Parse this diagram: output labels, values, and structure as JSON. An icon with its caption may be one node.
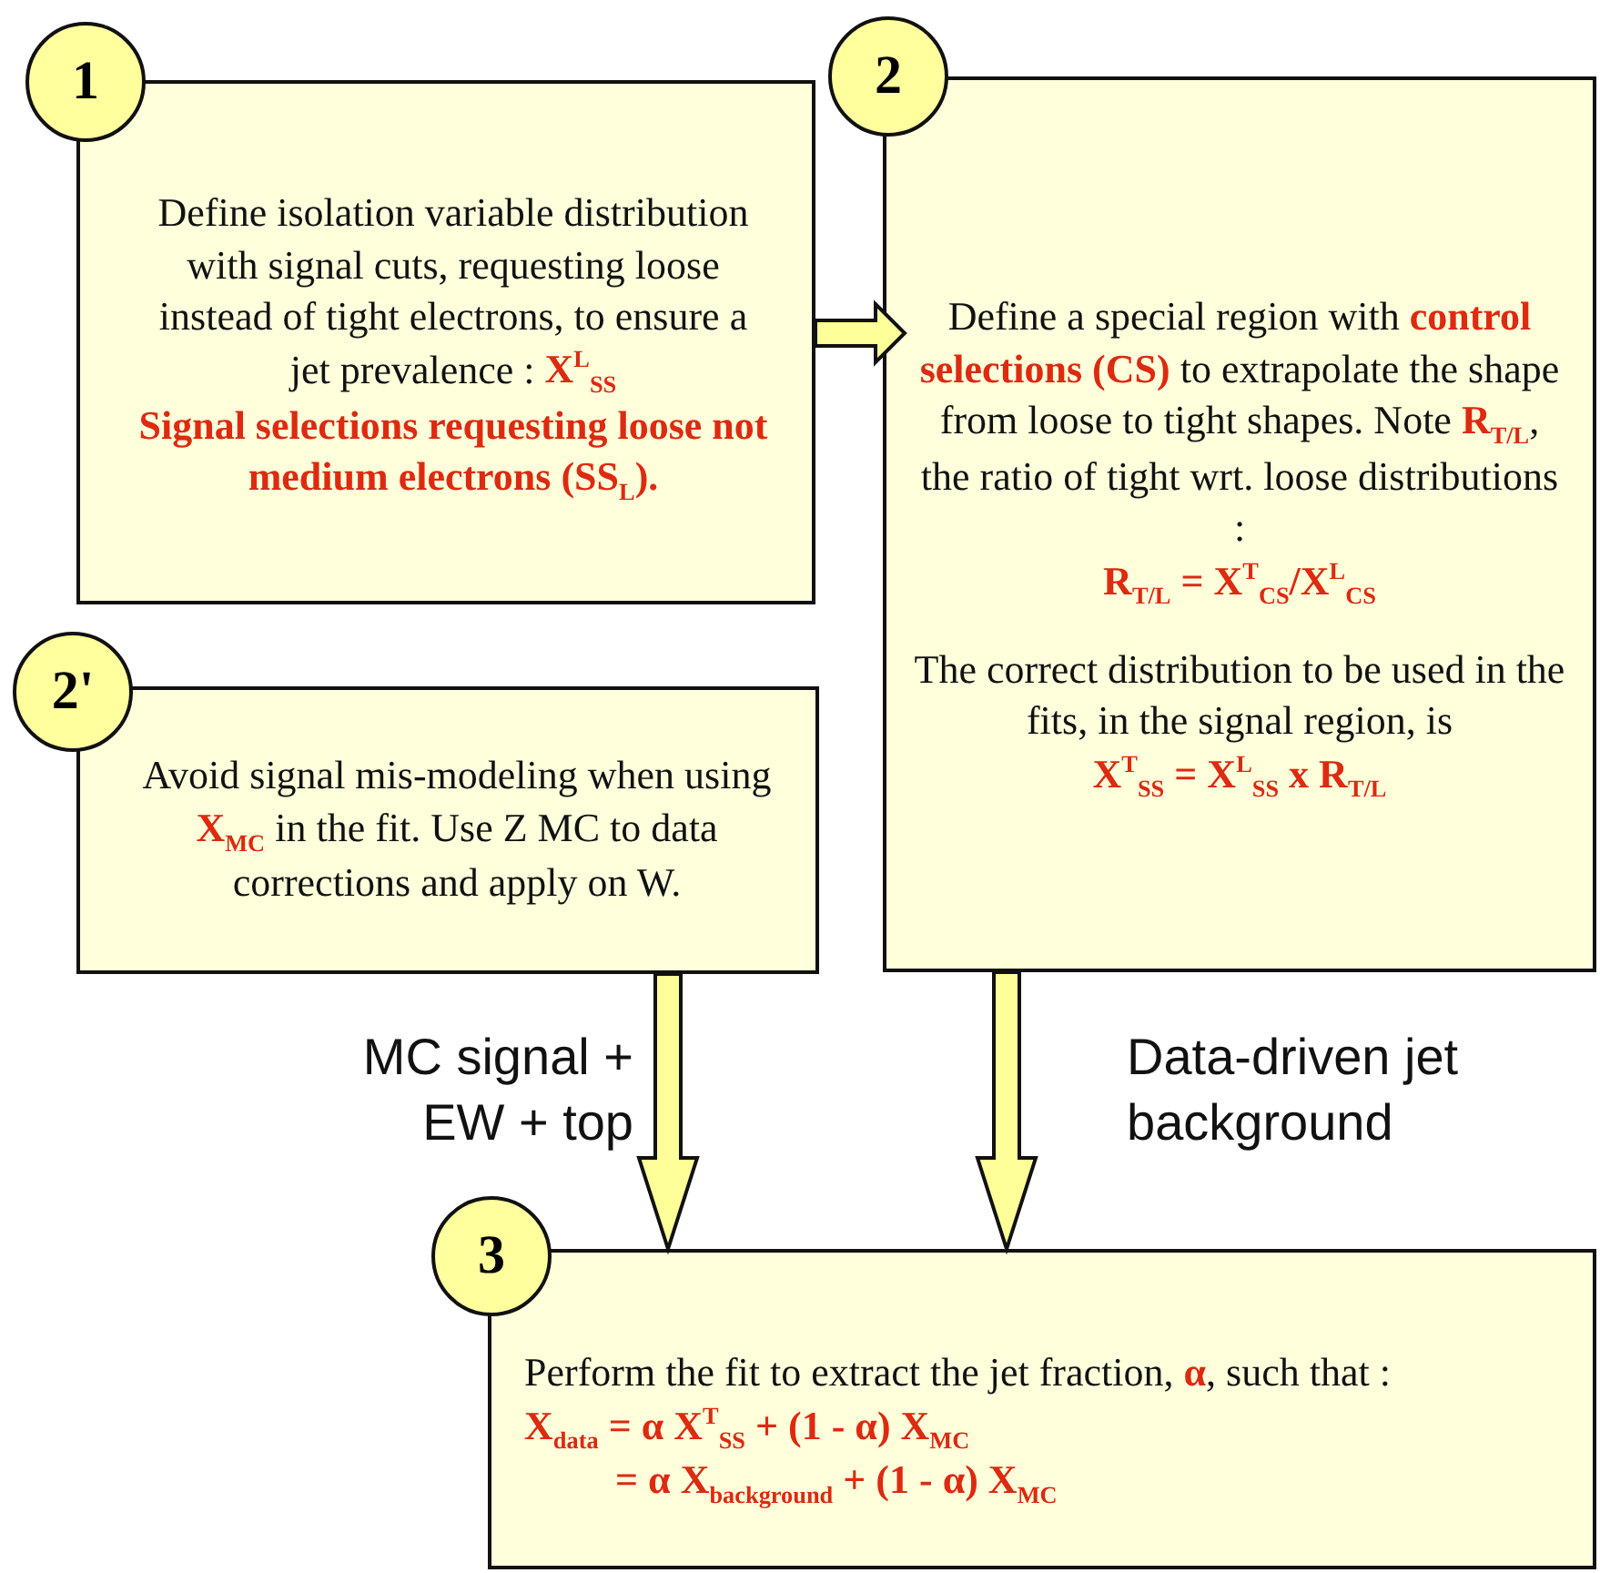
{
  "diagram": {
    "nodes": [
      {
        "text": [
          "1"
        ]
      },
      {
        "text": [
          "Define isolation variable distribution with signal cuts, requesting loose instead of tight electrons, to ensure a jet prevalence : **X$^{L}$$_{SS}$**",
          "Signal selections requesting loose not medium electrons (SS$_{L}$)."
        ]
      },
      {
        "text": [
          "2"
        ]
      },
      {
        "text": [
          "Define a special region with **control selections (CS)** to extrapolate the shape from loose to tight shapes. Note **R$_{T/L}$**, the ratio of tight wrt. loose distributions :",
          "R$_{T/L}$ = X$^{T}$$_{CS}$/X$^{L}$$_{CS}$",
          "The correct distribution to be used in the fits, in the signal region, is",
          "X$^{T}$$_{SS}$ = X$^{L}$$_{SS}$ x R$_{T/L}$"
        ]
      },
      {
        "text": [
          "2'"
        ]
      },
      {
        "text": [
          "Avoid signal mis-modeling when using **X$_{MC}$** in the fit. Use Z MC to data corrections and apply on W."
        ]
      },
      {
        "text": [
          "3"
        ]
      },
      {
        "text": [
          "Perform the fit to extract the jet fraction, **α**, such that :",
          "X$_{data}$ = α X$^{T}$$_{SS}$ + (1 - α) X$_{MC}$",
          "= α X$_{background}$ + (1 - α) X$_{MC}$"
        ]
      }
    ],
    "edges": [
      {
        "from": 1,
        "to": 3,
        "arrow": "to",
        "style": "thick"
      },
      {
        "from": 5,
        "to": 7,
        "arrow": "to",
        "style": "thick",
        "label": "MC signal + EW + top"
      },
      {
        "from": 3,
        "to": 7,
        "arrow": "to",
        "style": "thick",
        "label": "Data-driven jet background"
      }
    ]
  }
}
